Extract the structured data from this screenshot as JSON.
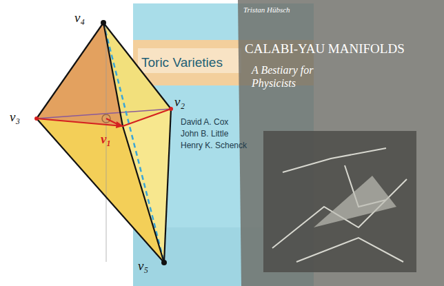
{
  "diagram": {
    "nodes": [
      {
        "text": [
          "Toric Varieties",
          "David A. Cox",
          "John B. Little",
          "Henry K. Schenck"
        ]
      },
      {
        "text": [
          "Tristan Hübsch",
          "CALABI-YAU MANIFOLDS",
          "A Bestiary for Physicists"
        ]
      }
    ],
    "labels": [
      "ν₄",
      "ν₂",
      "ν₃",
      "ν₁",
      "ν₅"
    ]
  }
}
